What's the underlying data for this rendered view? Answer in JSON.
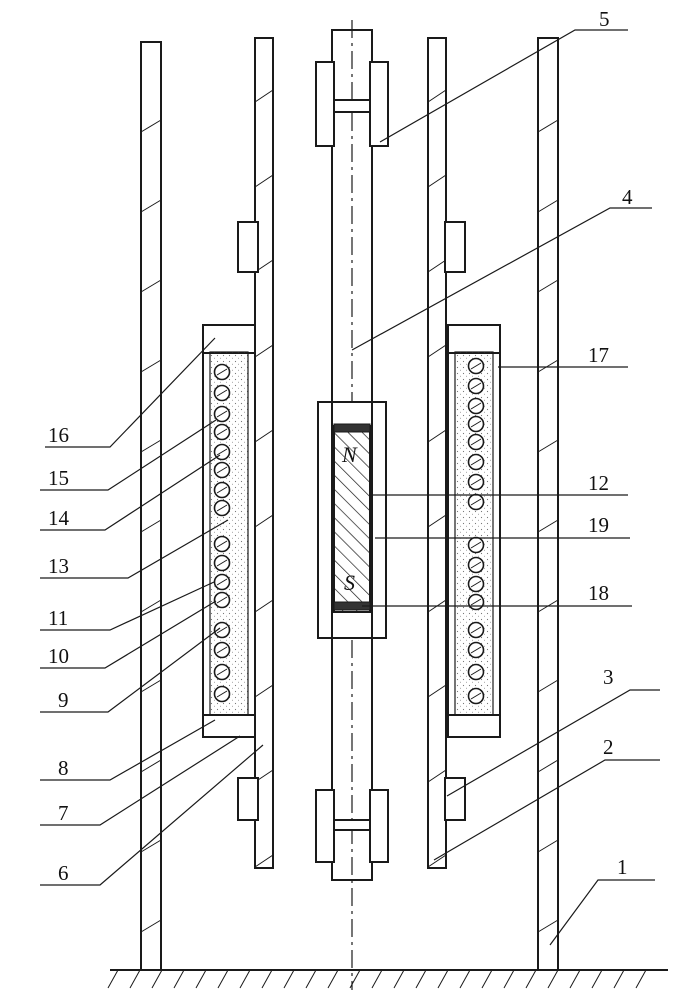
{
  "figure": {
    "part_labels": [
      "1",
      "2",
      "3",
      "4",
      "5",
      "6",
      "7",
      "8",
      "9",
      "10",
      "11",
      "12",
      "13",
      "14",
      "15",
      "16",
      "17",
      "18",
      "19"
    ],
    "magnet_poles": {
      "north": "N",
      "south": "S"
    }
  }
}
